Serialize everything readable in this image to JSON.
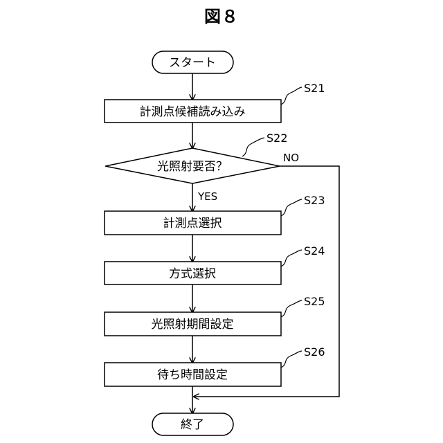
{
  "figure_title": "図８",
  "nodes": {
    "start": "スタート",
    "s21": "計測点候補読み込み",
    "s22": "光照射要否？",
    "s23": "計測点選択",
    "s24": "方式選択",
    "s25": "光照射期間設定",
    "s26": "待ち時間設定",
    "end": "終了"
  },
  "step_labels": {
    "s21": "S21",
    "s22": "S22",
    "s23": "S23",
    "s24": "S24",
    "s25": "S25",
    "s26": "S26"
  },
  "edge_labels": {
    "yes": "YES",
    "no": "NO"
  }
}
